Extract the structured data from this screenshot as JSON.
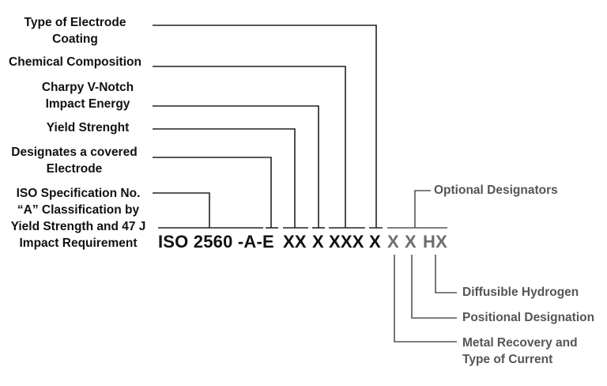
{
  "labels": {
    "electrode_coating": [
      "Type of Electrode",
      "Coating"
    ],
    "chemical_composition": [
      "Chemical Composition"
    ],
    "charpy": [
      "Charpy V-Notch",
      "Impact Energy"
    ],
    "yield_strength": [
      "Yield Strenght"
    ],
    "covered_electrode": [
      "Designates a covered",
      "Electrode"
    ],
    "iso_spec": [
      "ISO Specification No.",
      "“A” Classification by",
      "Yield Strength and 47 J",
      "Impact Requirement"
    ],
    "optional_designators": "Optional Designators",
    "diffusible_hydrogen": "Diffusible Hydrogen",
    "positional_designation": "Positional Designation",
    "metal_recovery": [
      "Metal Recovery and",
      "Type of Current"
    ]
  },
  "designation": {
    "iso_prefix": "ISO 2560 -A-E",
    "yield": "XX",
    "charpy": "X",
    "chemistry": "XXX",
    "coating": "X",
    "metal_recovery": "X",
    "position": "X",
    "hydrogen": "HX"
  },
  "colors": {
    "required": "#111111",
    "optional": "#6d6d6d"
  }
}
